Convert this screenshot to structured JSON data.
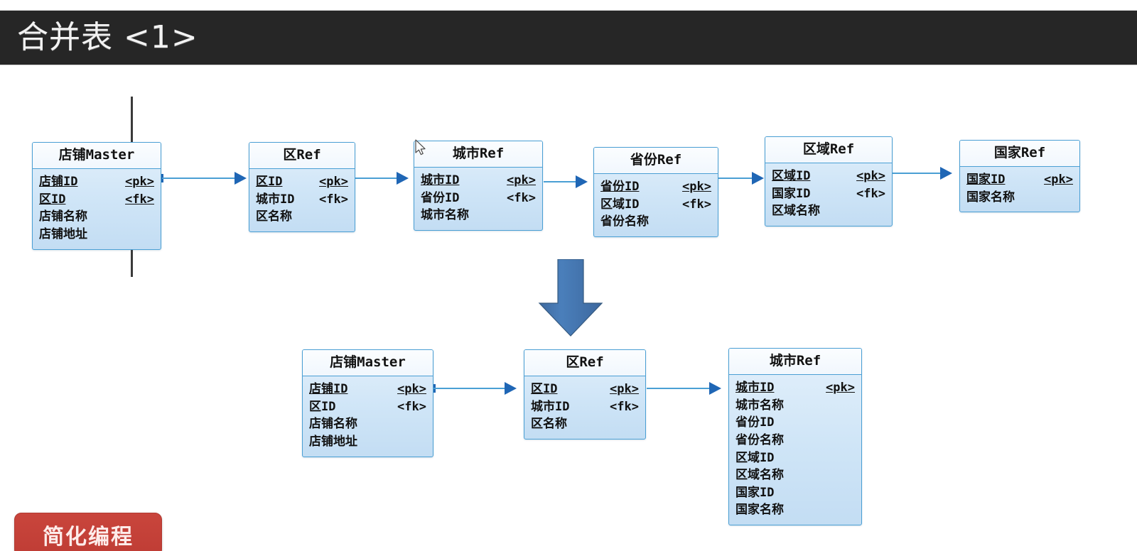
{
  "banner": {
    "title": "合并表 <1>"
  },
  "colors": {
    "banner_bg": "#262626",
    "entity_border": "#4a9fd4",
    "entity_fill": "#cfe5f7",
    "connector": "#4a9fd4",
    "arrow_head": "#1f66b5",
    "big_arrow": "#4472a8",
    "badge_bg": "#c4423a",
    "guide_line": "#3a3a3a"
  },
  "pk_tag": "<pk>",
  "fk_tag": "<fk>",
  "top_row": {
    "label": "before-merge-entity-chain",
    "entities": [
      {
        "name": "店铺Master",
        "attributes": [
          {
            "name": "店铺ID",
            "tag": "<pk>",
            "key": true
          },
          {
            "name": "区ID",
            "tag": "<fk>",
            "key": true
          },
          {
            "name": "店铺名称",
            "tag": "",
            "key": false
          },
          {
            "name": "店铺地址",
            "tag": "",
            "key": false
          }
        ]
      },
      {
        "name": "区Ref",
        "attributes": [
          {
            "name": "区ID",
            "tag": "<pk>",
            "key": true
          },
          {
            "name": "城市ID",
            "tag": "<fk>",
            "key": false
          },
          {
            "name": "区名称",
            "tag": "",
            "key": false
          }
        ]
      },
      {
        "name": "城市Ref",
        "attributes": [
          {
            "name": "城市ID",
            "tag": "<pk>",
            "key": true
          },
          {
            "name": "省份ID",
            "tag": "<fk>",
            "key": false
          },
          {
            "name": "城市名称",
            "tag": "",
            "key": false
          }
        ]
      },
      {
        "name": "省份Ref",
        "attributes": [
          {
            "name": "省份ID",
            "tag": "<pk>",
            "key": true
          },
          {
            "name": "区域ID",
            "tag": "<fk>",
            "key": false
          },
          {
            "name": "省份名称",
            "tag": "",
            "key": false
          }
        ]
      },
      {
        "name": "区域Ref",
        "attributes": [
          {
            "name": "区域ID",
            "tag": "<pk>",
            "key": true
          },
          {
            "name": "国家ID",
            "tag": "<fk>",
            "key": false
          },
          {
            "name": "区域名称",
            "tag": "",
            "key": false
          }
        ]
      },
      {
        "name": "国家Ref",
        "attributes": [
          {
            "name": "国家ID",
            "tag": "<pk>",
            "key": true
          },
          {
            "name": "国家名称",
            "tag": "",
            "key": false
          }
        ]
      }
    ]
  },
  "bottom_row": {
    "label": "after-merge-entity-chain",
    "entities": [
      {
        "name": "店铺Master",
        "attributes": [
          {
            "name": "店铺ID",
            "tag": "<pk>",
            "key": true
          },
          {
            "name": "区ID",
            "tag": "<fk>",
            "key": false
          },
          {
            "name": "店铺名称",
            "tag": "",
            "key": false
          },
          {
            "name": "店铺地址",
            "tag": "",
            "key": false
          }
        ]
      },
      {
        "name": "区Ref",
        "attributes": [
          {
            "name": "区ID",
            "tag": "<pk>",
            "key": true
          },
          {
            "name": "城市ID",
            "tag": "<fk>",
            "key": false
          },
          {
            "name": "区名称",
            "tag": "",
            "key": false
          }
        ]
      },
      {
        "name": "城市Ref",
        "attributes": [
          {
            "name": "城市ID",
            "tag": "<pk>",
            "key": true
          },
          {
            "name": "城市名称",
            "tag": "",
            "key": false
          },
          {
            "name": "省份ID",
            "tag": "",
            "key": false
          },
          {
            "name": "省份名称",
            "tag": "",
            "key": false
          },
          {
            "name": "区域ID",
            "tag": "",
            "key": false
          },
          {
            "name": "区域名称",
            "tag": "",
            "key": false
          },
          {
            "name": "国家ID",
            "tag": "",
            "key": false
          },
          {
            "name": "国家名称",
            "tag": "",
            "key": false
          }
        ]
      }
    ]
  },
  "transform_arrow": {
    "name": "merge-down-arrow",
    "direction": "down"
  },
  "badge": {
    "text": "简化编程"
  }
}
